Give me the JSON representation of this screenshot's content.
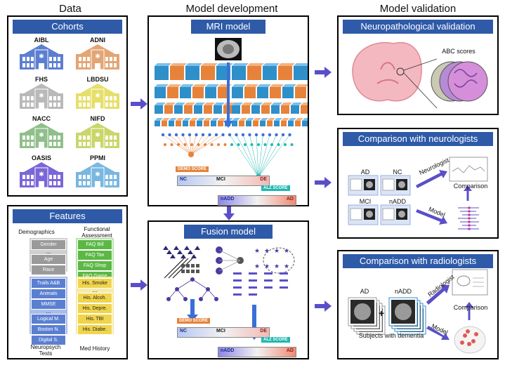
{
  "columns": {
    "data": "Data",
    "dev": "Model development",
    "valid": "Model validation"
  },
  "cohorts": {
    "title": "Cohorts",
    "items": [
      {
        "name": "AIBL",
        "color": "#5b7fd0"
      },
      {
        "name": "ADNI",
        "color": "#e3a574"
      },
      {
        "name": "FHS",
        "color": "#b9b9b9"
      },
      {
        "name": "LBDSU",
        "color": "#e6df6a"
      },
      {
        "name": "NACC",
        "color": "#8fbf8a"
      },
      {
        "name": "NIFD",
        "color": "#c9d76a"
      },
      {
        "name": "OASIS",
        "color": "#7b66d8"
      },
      {
        "name": "PPMI",
        "color": "#79b7e0"
      }
    ]
  },
  "features": {
    "title": "Features",
    "demographics": "Demographics",
    "functional": "Functional\nAssessment",
    "neuropsych": "Neuropsych\nTests",
    "medhistory": "Med History",
    "dots": "...",
    "gray_items": [
      "Gender",
      "Age",
      "Race"
    ],
    "blue_items": [
      "Trails A&B",
      "Animals",
      "MMSE",
      "Logical M.",
      "Boston N.",
      "Digital S."
    ],
    "green_items": [
      "FAQ Bill",
      "FAQ Tax",
      "FAQ Shop",
      "FAQ Game"
    ],
    "yellow_items": [
      "His. Smoke",
      "His. Alcoh.",
      "His. Depre.",
      "His. TBI",
      "His. Diabe."
    ]
  },
  "mri": {
    "title": "MRI model",
    "demo_score": "DEMO SCORE",
    "alz_score": "ALZ SCORE",
    "nc": "NC",
    "mci": "MCI",
    "de": "DE",
    "nadd": "nADD",
    "ad": "AD"
  },
  "fusion": {
    "title": "Fusion model",
    "demo_score": "DEMO SCORE",
    "alz_score": "ALZ SCORE",
    "nc": "NC",
    "mci": "MCI",
    "de": "DE",
    "nadd": "nADD",
    "ad": "AD"
  },
  "neuropath": {
    "title": "Neuropathological validation",
    "abc": "ABC scores"
  },
  "neurologists": {
    "title": "Comparison with neurologists",
    "ad": "AD",
    "nc": "NC",
    "mci": "MCI",
    "nadd": "nADD",
    "neurologist": "Neurologist",
    "comparison": "Comparison",
    "model": "Model"
  },
  "radiologists": {
    "title": "Comparison with radiologists",
    "ad": "AD",
    "nadd": "nADD",
    "plus": "+",
    "subjects": "Subjects with dementia",
    "radiologist": "Radiologist",
    "comparison": "Comparison",
    "model": "Model"
  },
  "colors": {
    "title_bar": "#2e5aa8",
    "arrow": "#5a4fc8",
    "demo": "#e6823a",
    "alz": "#1fb8b0"
  }
}
